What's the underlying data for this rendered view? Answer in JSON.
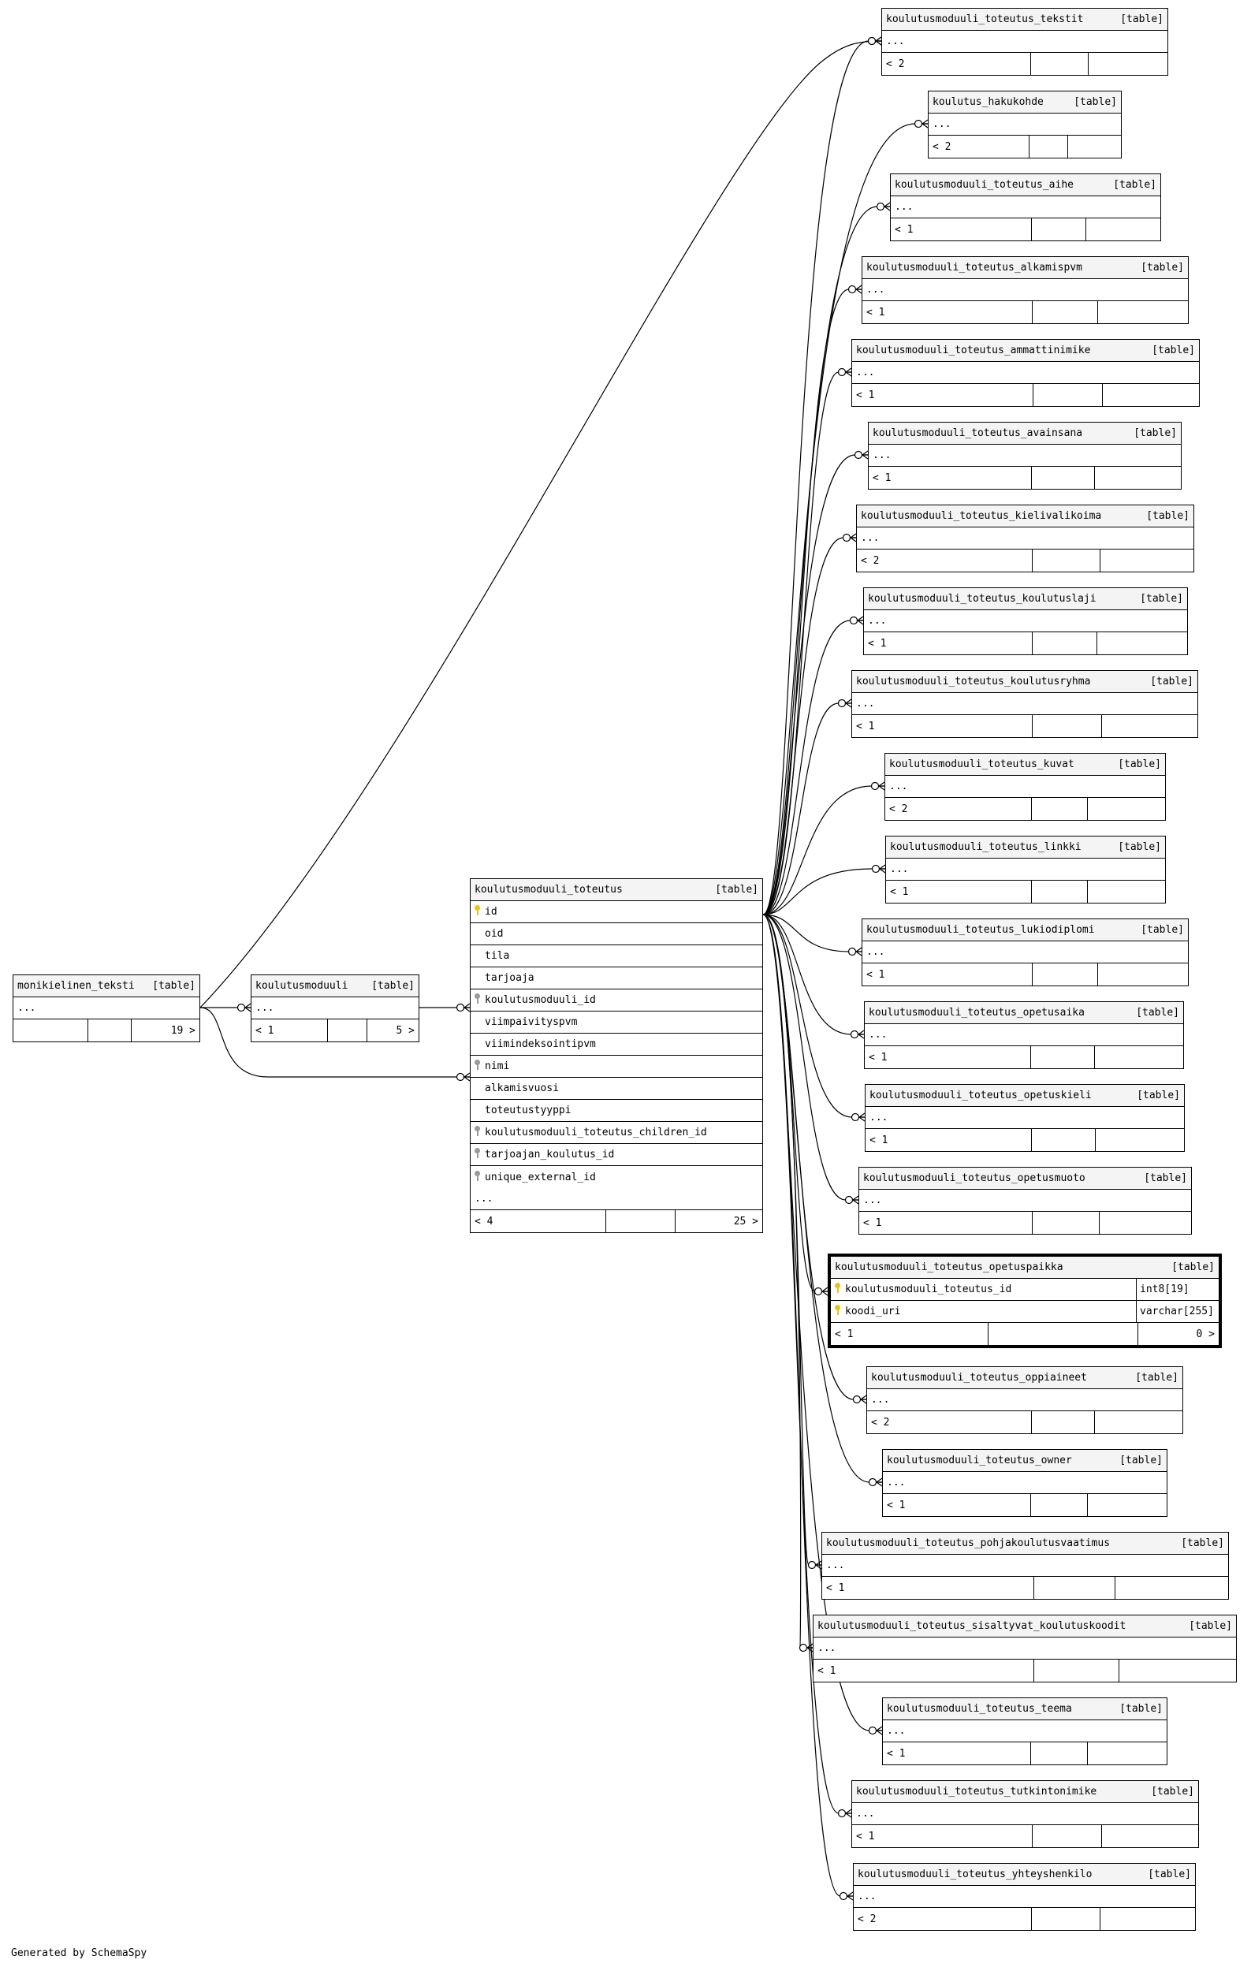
{
  "footer": "Generated by SchemaSpy",
  "center_table": {
    "name": "koulutusmoduuli_toteutus",
    "tag": "[table]",
    "columns": [
      {
        "name": "id",
        "key": "pk"
      },
      {
        "name": "oid",
        "key": ""
      },
      {
        "name": "tila",
        "key": ""
      },
      {
        "name": "tarjoaja",
        "key": ""
      },
      {
        "name": "koulutusmoduuli_id",
        "key": "fk"
      },
      {
        "name": "viimpaivityspvm",
        "key": ""
      },
      {
        "name": "viimindeksointipvm",
        "key": ""
      },
      {
        "name": "nimi",
        "key": "fk"
      },
      {
        "name": "alkamisvuosi",
        "key": ""
      },
      {
        "name": "toteutustyyppi",
        "key": ""
      },
      {
        "name": "koulutusmoduuli_toteutus_children_id",
        "key": "fk"
      },
      {
        "name": "tarjoajan_koulutus_id",
        "key": "fk"
      },
      {
        "name": "unique_external_id",
        "key": "fk"
      }
    ],
    "more": "...",
    "parents": "< 4",
    "children": "25 >"
  },
  "monikielinen": {
    "name": "monikielinen_teksti",
    "tag": "[table]",
    "more": "...",
    "parents": "",
    "children": "19 >"
  },
  "koulutusmoduuli": {
    "name": "koulutusmoduuli",
    "tag": "[table]",
    "more": "...",
    "parents": "< 1",
    "children": "5 >"
  },
  "focus_table": {
    "name": "koulutusmoduuli_toteutus_opetuspaikka",
    "tag": "[table]",
    "columns": [
      {
        "name": "koulutusmoduuli_toteutus_id",
        "type": "int8[19]"
      },
      {
        "name": "koodi_uri",
        "type": "varchar[255]"
      }
    ],
    "parents": "< 1",
    "children": "0 >"
  },
  "right_tables": [
    {
      "name": "koulutusmoduuli_toteutus_tekstit",
      "tag": "[table]",
      "more": "...",
      "parents": "< 2"
    },
    {
      "name": "koulutus_hakukohde",
      "tag": "[table]",
      "more": "...",
      "parents": "< 2"
    },
    {
      "name": "koulutusmoduuli_toteutus_aihe",
      "tag": "[table]",
      "more": "...",
      "parents": "< 1"
    },
    {
      "name": "koulutusmoduuli_toteutus_alkamispvm",
      "tag": "[table]",
      "more": "...",
      "parents": "< 1"
    },
    {
      "name": "koulutusmoduuli_toteutus_ammattinimike",
      "tag": "[table]",
      "more": "...",
      "parents": "< 1"
    },
    {
      "name": "koulutusmoduuli_toteutus_avainsana",
      "tag": "[table]",
      "more": "...",
      "parents": "< 1"
    },
    {
      "name": "koulutusmoduuli_toteutus_kielivalikoima",
      "tag": "[table]",
      "more": "...",
      "parents": "< 2"
    },
    {
      "name": "koulutusmoduuli_toteutus_koulutuslaji",
      "tag": "[table]",
      "more": "...",
      "parents": "< 1"
    },
    {
      "name": "koulutusmoduuli_toteutus_koulutusryhma",
      "tag": "[table]",
      "more": "...",
      "parents": "< 1"
    },
    {
      "name": "koulutusmoduuli_toteutus_kuvat",
      "tag": "[table]",
      "more": "...",
      "parents": "< 2"
    },
    {
      "name": "koulutusmoduuli_toteutus_linkki",
      "tag": "[table]",
      "more": "...",
      "parents": "< 1"
    },
    {
      "name": "koulutusmoduuli_toteutus_lukiodiplomi",
      "tag": "[table]",
      "more": "...",
      "parents": "< 1"
    },
    {
      "name": "koulutusmoduuli_toteutus_opetusaika",
      "tag": "[table]",
      "more": "...",
      "parents": "< 1"
    },
    {
      "name": "koulutusmoduuli_toteutus_opetuskieli",
      "tag": "[table]",
      "more": "...",
      "parents": "< 1"
    },
    {
      "name": "koulutusmoduuli_toteutus_opetusmuoto",
      "tag": "[table]",
      "more": "...",
      "parents": "< 1"
    },
    {
      "name": "koulutusmoduuli_toteutus_oppiaineet",
      "tag": "[table]",
      "more": "...",
      "parents": "< 2"
    },
    {
      "name": "koulutusmoduuli_toteutus_owner",
      "tag": "[table]",
      "more": "...",
      "parents": "< 1"
    },
    {
      "name": "koulutusmoduuli_toteutus_pohjakoulutusvaatimus",
      "tag": "[table]",
      "more": "...",
      "parents": "< 1"
    },
    {
      "name": "koulutusmoduuli_toteutus_sisaltyvat_koulutuskoodit",
      "tag": "[table]",
      "more": "...",
      "parents": "< 1"
    },
    {
      "name": "koulutusmoduuli_toteutus_teema",
      "tag": "[table]",
      "more": "...",
      "parents": "< 1"
    },
    {
      "name": "koulutusmoduuli_toteutus_tutkintonimike",
      "tag": "[table]",
      "more": "...",
      "parents": "< 1"
    },
    {
      "name": "koulutusmoduuli_toteutus_yhteyshenkilo",
      "tag": "[table]",
      "more": "...",
      "parents": "< 2"
    }
  ]
}
